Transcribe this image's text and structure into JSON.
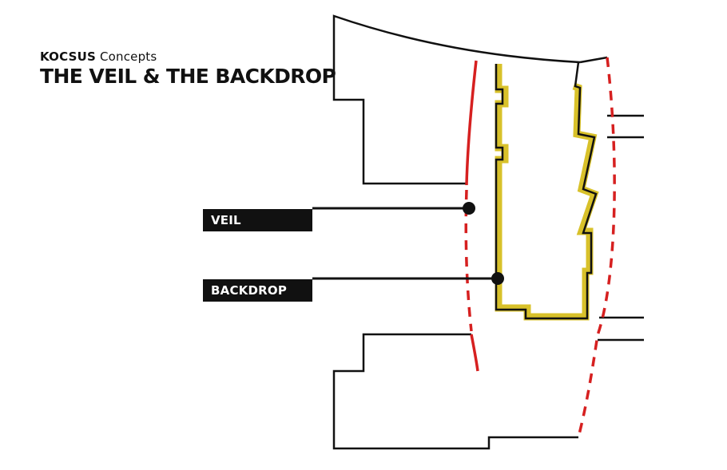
{
  "header": {
    "brand": "KOCSUS",
    "brand_suffix": "Concepts",
    "title": "THE VEIL & THE BACKDROP"
  },
  "labels": {
    "veil": "VEIL",
    "backdrop": "BACKDROP"
  },
  "colors": {
    "outline": "#111111",
    "veil_line": "#d62020",
    "backdrop_highlight": "#d8c12a",
    "label_bg": "#111111",
    "label_text": "#ffffff"
  }
}
